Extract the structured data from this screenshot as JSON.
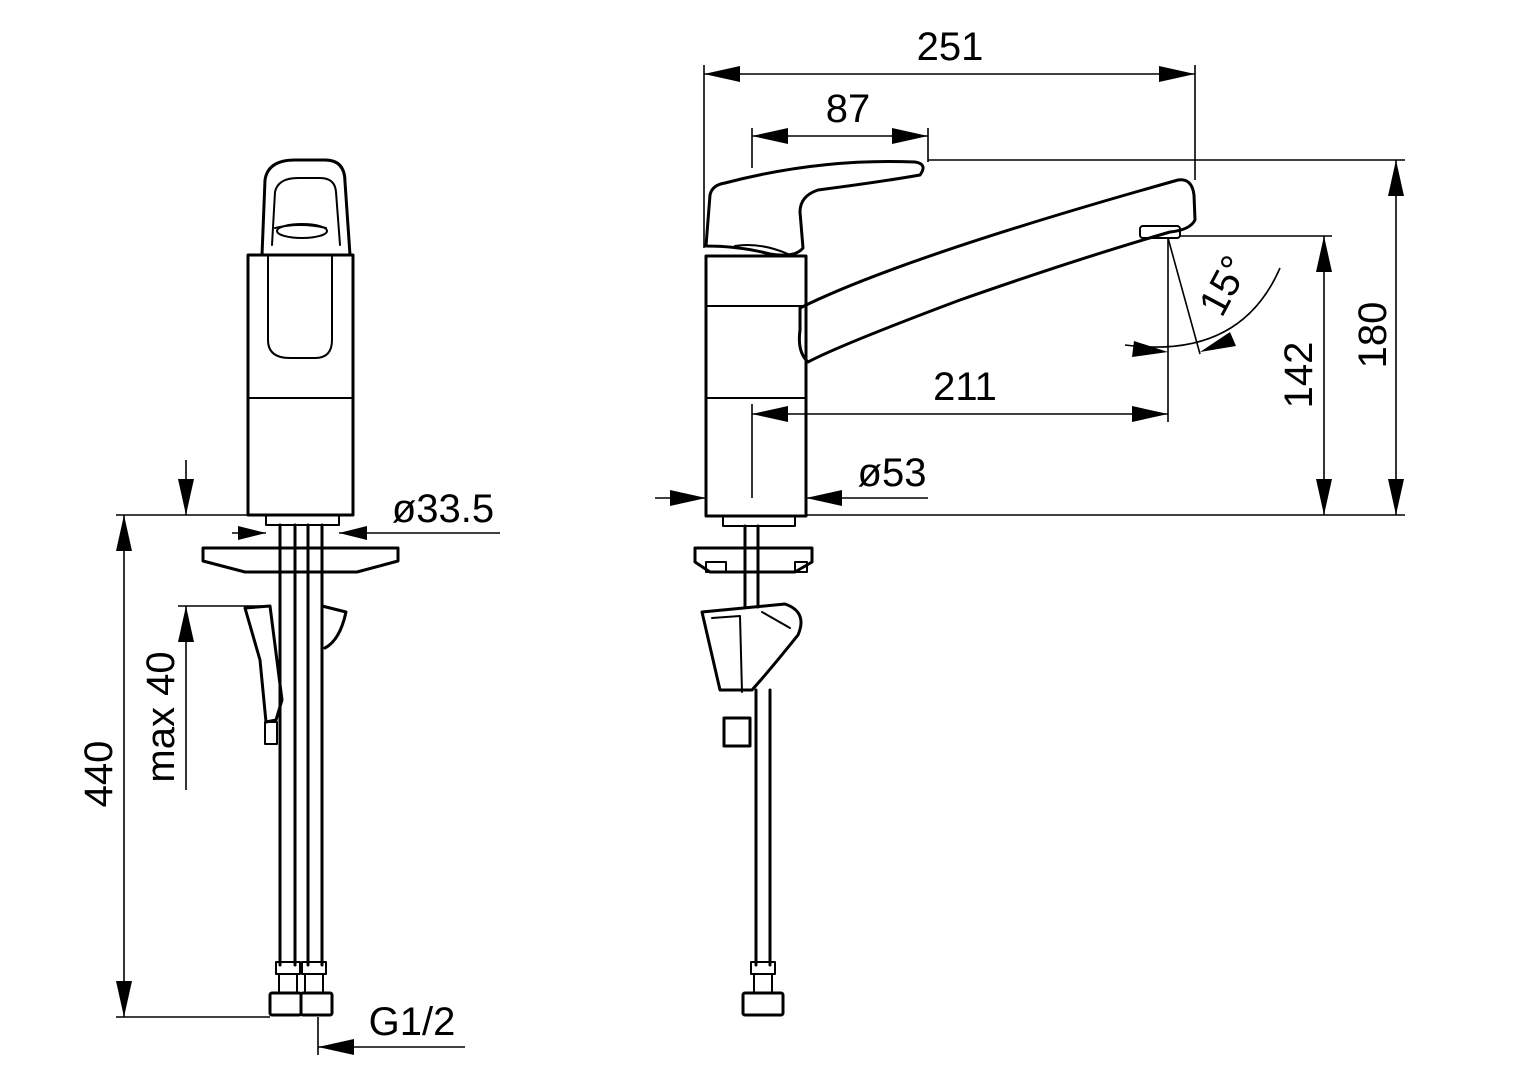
{
  "colors": {
    "line": "#000000",
    "background": "#ffffff"
  },
  "dimensions": {
    "overall_length": "251",
    "lever_length": "87",
    "spout_reach": "211",
    "body_diameter": "ø53",
    "shank_diameter": "ø33.5",
    "height_total": "180",
    "spout_height": "142",
    "swivel_angle": "15°",
    "hose_length": "440",
    "max_counter_thickness": "max 40",
    "connection_thread": "G1/2"
  }
}
